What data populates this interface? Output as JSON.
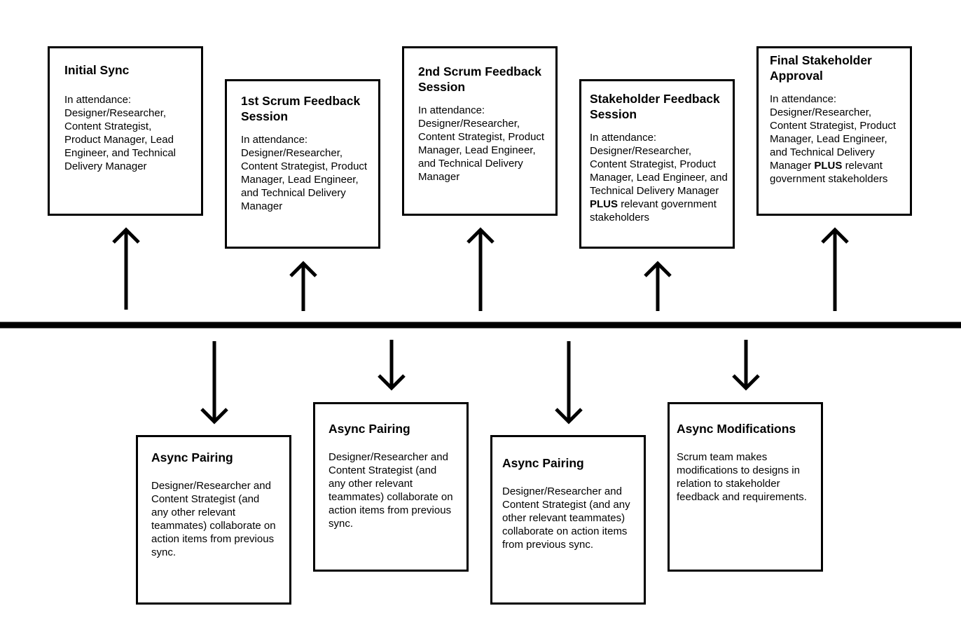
{
  "top_boxes": [
    {
      "title": "Initial Sync",
      "text_pre": "In attendance: Designer/Researcher, Content Strategist, Product Manager, Lead Engineer, and Technical Delivery Manager",
      "text_bold": "",
      "text_post": ""
    },
    {
      "title": "1st Scrum Feedback Session",
      "text_pre": "In attendance: Designer/Researcher, Content Strategist, Product Manager, Lead Engineer, and Technical Delivery Manager",
      "text_bold": "",
      "text_post": ""
    },
    {
      "title": "2nd Scrum Feedback Session",
      "text_pre": "In attendance: Designer/Researcher, Content Strategist, Product Manager, Lead Engineer, and Technical Delivery Manager",
      "text_bold": "",
      "text_post": ""
    },
    {
      "title": "Stakeholder Feedback Session",
      "text_pre": "In attendance: Designer/Researcher, Content Strategist, Product Manager, Lead Engineer, and Technical Delivery Manager",
      "text_bold": "PLUS",
      "text_post": "relevant government stakeholders"
    },
    {
      "title": "Final Stakeholder Approval",
      "text_pre": "In attendance: Designer/Researcher, Content Strategist, Product Manager, Lead Engineer, and Technical Delivery Manager",
      "text_bold": "PLUS",
      "text_post": "relevant government stakeholders"
    }
  ],
  "bottom_boxes": [
    {
      "title": "Async Pairing",
      "text": "Designer/Researcher and Content Strategist (and any other relevant teammates) collaborate on action items from previous sync."
    },
    {
      "title": "Async Pairing",
      "text": "Designer/Researcher and Content Strategist (and any other relevant teammates) collaborate on action items from previous sync."
    },
    {
      "title": "Async Pairing",
      "text": "Designer/Researcher and Content Strategist (and any other relevant teammates) collaborate on action items from previous sync."
    },
    {
      "title": "Async Modifications",
      "text": "Scrum team makes modifications to designs in relation to stakeholder feedback and requirements."
    }
  ]
}
